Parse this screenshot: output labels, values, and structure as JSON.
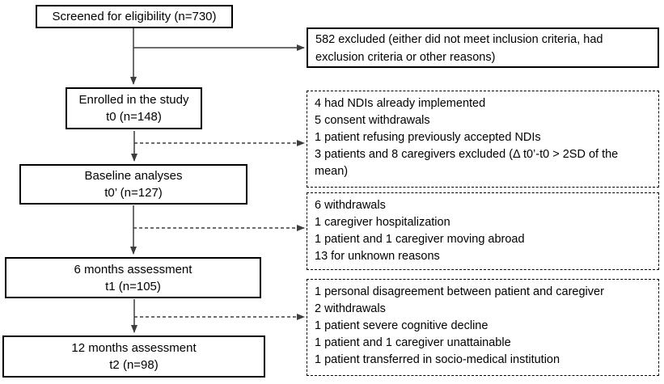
{
  "colors": {
    "line": "#3d3d3d",
    "border": "#000000",
    "text": "#000000",
    "background": "#ffffff"
  },
  "flow": {
    "screened": {
      "line1": "Screened for eligibility (n=730)"
    },
    "enrolled": {
      "line1": "Enrolled in the study",
      "line2": "t0 (n=148)"
    },
    "baseline": {
      "line1": "Baseline analyses",
      "line2": "t0’ (n=127)"
    },
    "six_months": {
      "line1": "6 months assessment",
      "line2": "t1 (n=105)"
    },
    "twelve_months": {
      "line1": "12 months assessment",
      "line2": "t2 (n=98)"
    }
  },
  "exclusions": {
    "after_screening": {
      "items": [
        "582 excluded (either did not meet inclusion criteria, had exclusion criteria or other reasons)"
      ]
    },
    "after_enrollment": {
      "items": [
        "4 had NDIs already implemented",
        "5 consent withdrawals",
        "1 patient refusing previously accepted NDIs",
        "3 patients and 8 caregivers excluded (Δ t0’-t0 > 2SD of the mean)"
      ]
    },
    "after_baseline": {
      "items": [
        "6 withdrawals",
        "1 caregiver hospitalization",
        "1 patient and 1 caregiver moving abroad",
        "13 for unknown reasons"
      ]
    },
    "after_six_months": {
      "items": [
        "1 personal disagreement between patient and caregiver",
        "2 withdrawals",
        "1 patient severe cognitive decline",
        "1 patient and 1 caregiver unattainable",
        "1 patient transferred in socio-medical institution"
      ]
    }
  }
}
